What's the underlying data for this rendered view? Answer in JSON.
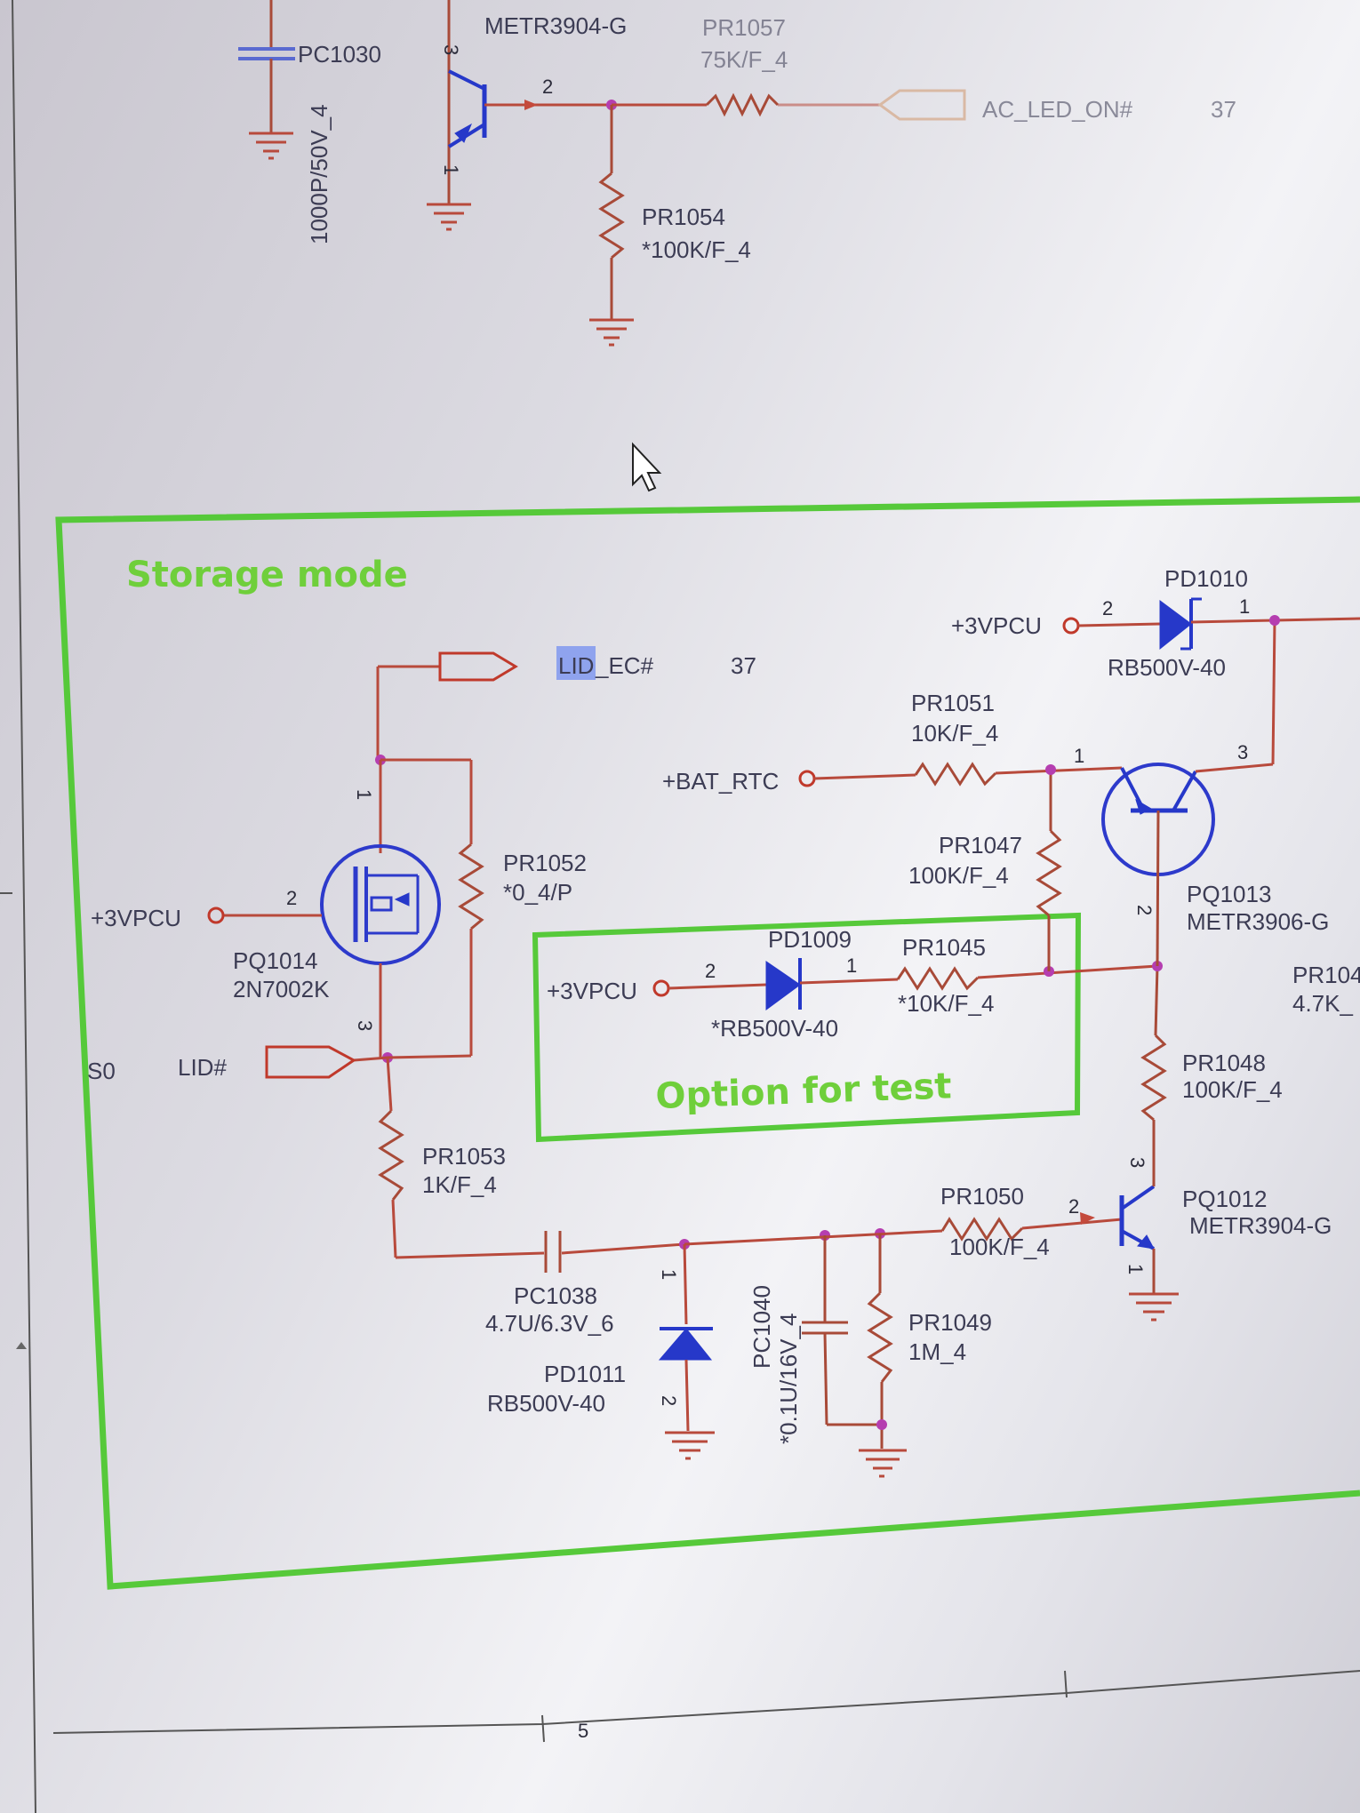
{
  "top": {
    "cap_ref": "PC1030",
    "cap_val": "1000P/50V_4",
    "transistor_part": "METR3904-G",
    "res1_ref": "PR1057",
    "res1_val": "75K/F_4",
    "res2_ref": "PR1054",
    "res2_val": "*100K/F_4",
    "net": "AC_LED_ON#",
    "net_page": "37",
    "pin_c": "3",
    "pin_b": "2",
    "pin_e": "1"
  },
  "storage": {
    "title": "Storage mode",
    "option_title": "Option for test",
    "lid_ec_prefix": "LID",
    "lid_ec_suffix": "_EC#",
    "lid_ec_page": "37",
    "lid_net": "LID#",
    "s0": "S0",
    "rail_3vpcu": "+3VPCU",
    "rail_bat_rtc": "+BAT_RTC",
    "pq1014_ref": "PQ1014",
    "pq1014_part": "2N7002K",
    "pr1052_ref": "PR1052",
    "pr1052_val": "*0_4/P",
    "pr1053_ref": "PR1053",
    "pr1053_val": "1K/F_4",
    "pc1038_ref": "PC1038",
    "pc1038_val": "4.7U/6.3V_6",
    "pd1011_ref": "PD1011",
    "pd1011_part": "RB500V-40",
    "pc1040_ref": "PC1040",
    "pc1040_val": "*0.1U/16V_4",
    "pr1049_ref": "PR1049",
    "pr1049_val": "1M_4",
    "pr1050_ref": "PR1050",
    "pr1050_val": "100K/F_4",
    "pq1012_ref": "PQ1012",
    "pq1012_part": "METR3904-G",
    "pr1048_ref": "PR1048",
    "pr1048_val": "100K/F_4",
    "pq1013_ref": "PQ1013",
    "pq1013_part": "METR3906-G",
    "pr1047_ref": "PR1047",
    "pr1047_val": "100K/F_4",
    "pr1051_ref": "PR1051",
    "pr1051_val": "10K/F_4",
    "pd1010_ref": "PD1010",
    "pd1010_part": "RB500V-40",
    "pd1009_ref": "PD1009",
    "pd1009_part": "*RB500V-40",
    "pr1045_ref": "PR1045",
    "pr1045_val": "*10K/F_4",
    "pr104x_ref": "PR104",
    "pr104x_val": "4.7K_",
    "pins": {
      "one": "1",
      "two": "2",
      "three": "3"
    }
  },
  "footer": {
    "sheet_number": "5"
  }
}
